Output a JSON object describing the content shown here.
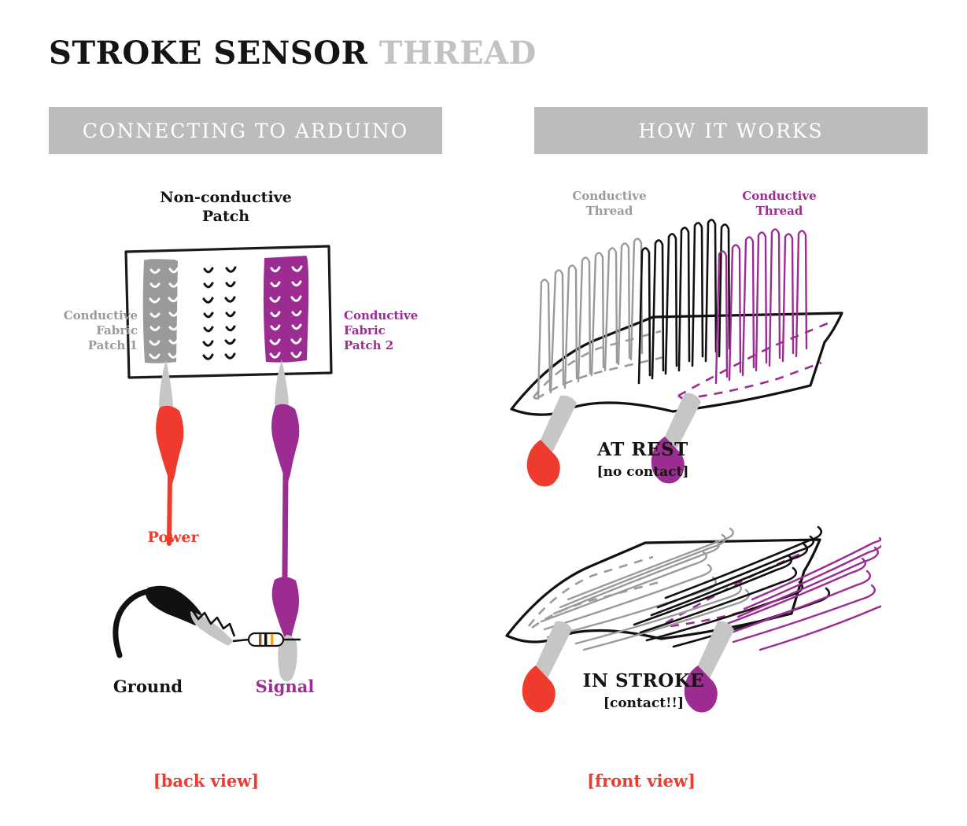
{
  "title": {
    "main": "STROKE SENSOR",
    "accent": "THREAD"
  },
  "colors": {
    "black": "#141414",
    "gray": "#9a9a9a",
    "light_gray": "#bcbcbe",
    "purple": "#9c2c92",
    "red": "#ee3b2e",
    "background": "#ffffff"
  },
  "sections": {
    "left": {
      "banner": "CONNECTING TO ARDUINO",
      "view_note": "[back view]",
      "labels": {
        "non_conductive_patch": "Non-conductive\nPatch",
        "conductive_fabric_patch_1": "Conductive\nFabric\nPatch 1",
        "conductive_fabric_patch_2": "Conductive\nFabric\nPatch 2",
        "power": "Power",
        "ground": "Ground",
        "signal": "Signal"
      },
      "resistor_bands": [
        "brown",
        "black",
        "orange"
      ]
    },
    "right": {
      "banner": "HOW IT WORKS",
      "view_note": "[front view]",
      "labels": {
        "conductive_thread_left": "Conductive\nThread",
        "conductive_thread_right": "Conductive\nThread",
        "state_rest_title": "AT REST",
        "state_rest_sub": "[no contact]",
        "state_stroke_title": "IN STROKE",
        "state_stroke_sub": "[contact!!]"
      }
    }
  }
}
